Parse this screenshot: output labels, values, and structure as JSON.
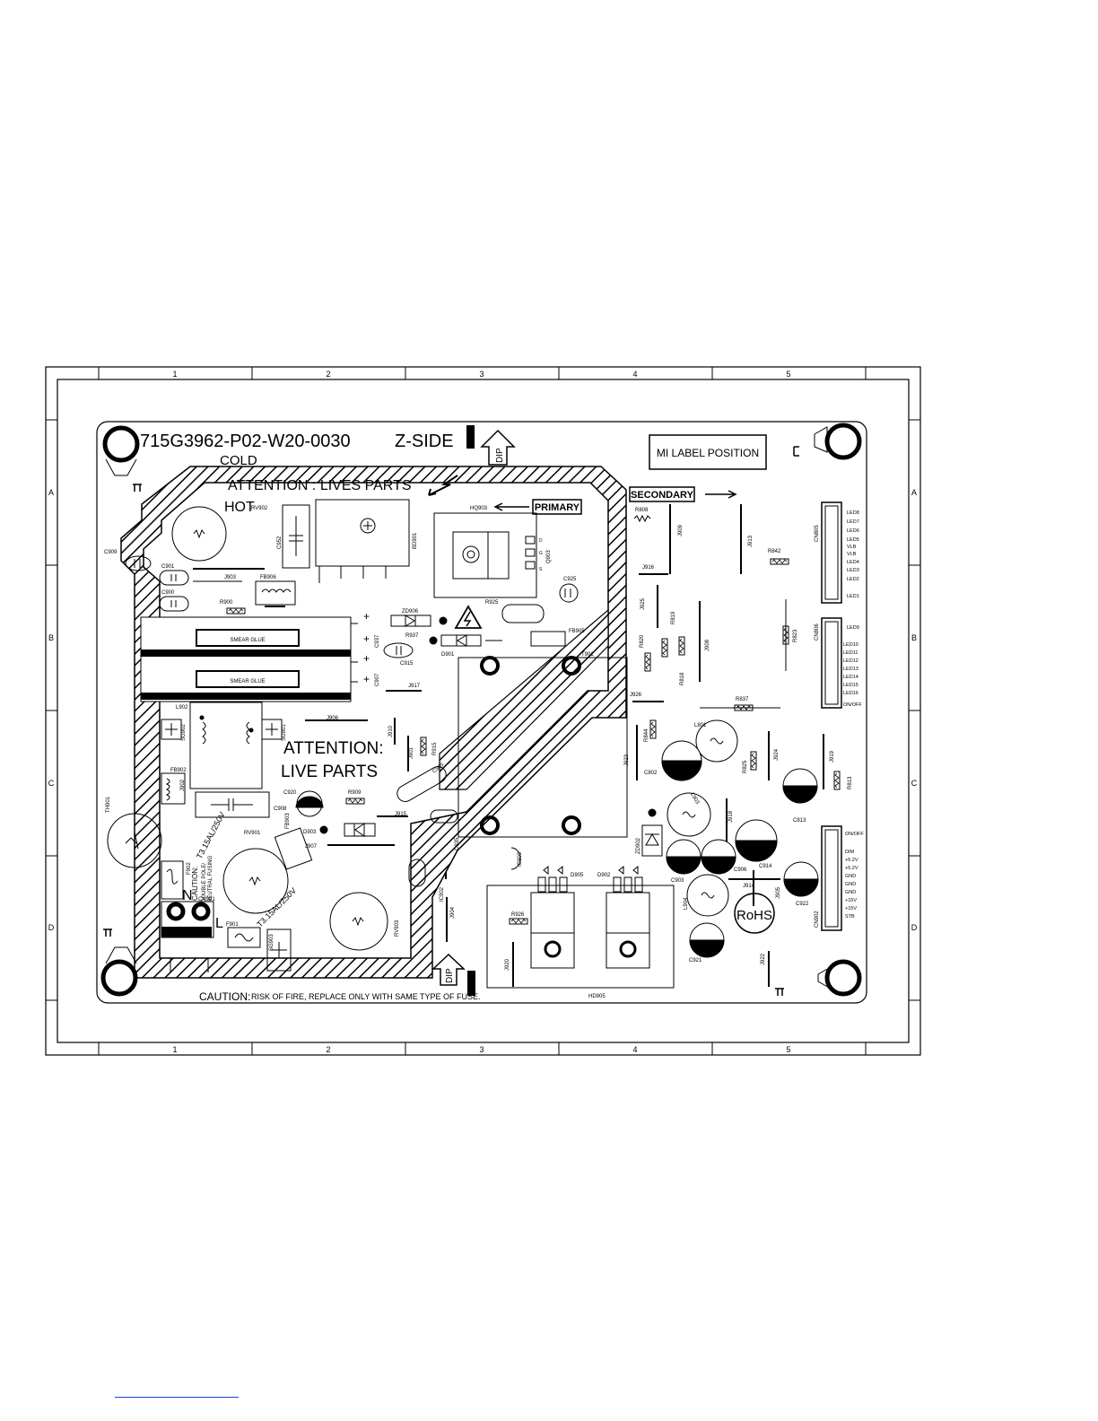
{
  "board": {
    "part_number": "715G3962-P02-W20-0030",
    "side": "Z-SIDE",
    "cold_label": "COLD",
    "hot_label": "HOT",
    "attention_top": "ATTENTION : LIVES PARTS",
    "attention_mid_1": "ATTENTION:",
    "attention_mid_2": "LIVE PARTS",
    "primary_label": "PRIMARY",
    "secondary_label": "SECONDARY",
    "mi_label": "MI LABEL POSITION",
    "dip_label": "DIP",
    "rohs_label": "RoHS",
    "smear_glue_label": "SMEAR GLUE",
    "fuse_rating": "T3.15AL/250V",
    "caution_fuse_1": "CAUTION:",
    "caution_fuse_2": "DOUBLE POLE/",
    "caution_fuse_3": "NEUTRAL FUSING",
    "caution_bottom_title": "CAUTION:",
    "caution_bottom_text": "RISK OF FIRE, REPLACE ONLY WITH SAME TYPE OF FUSE.",
    "neutral_label": "N",
    "line_label": "L"
  },
  "grid": {
    "columns": [
      "1",
      "2",
      "3",
      "4",
      "5"
    ],
    "rows": [
      "A",
      "B",
      "C",
      "D"
    ]
  },
  "components": {
    "rv902": "RV902",
    "c952": "C952",
    "bd901": "BD901",
    "hq903": "HQ903",
    "q903": "Q903",
    "c909": "C909",
    "c901": "C901",
    "c900": "C900",
    "j903": "J903",
    "fb906": "FB906",
    "c925": "C925",
    "r900": "R900",
    "zd906": "ZD906",
    "r925": "R925",
    "r937": "R937",
    "c937": "C937",
    "c915": "C915",
    "d901": "D901",
    "fb905": "FB905",
    "t901": "T901",
    "c907": "C907",
    "j917": "J917",
    "l902": "L902",
    "sg902": "SG902",
    "sg901": "SG901",
    "j906": "J906",
    "j910": "J910",
    "j901": "J901",
    "r915": "R915",
    "c905": "C905",
    "fb902": "FB902",
    "j902": "J902",
    "c920": "C920",
    "r909": "R909",
    "c908": "C908",
    "fb903": "FB903",
    "j915": "J915",
    "d903": "D903",
    "j907": "J907",
    "c935": "C935",
    "th901": "TH901",
    "rv901": "RV901",
    "f902": "F902",
    "cn901": "CN901",
    "f901": "F901",
    "sg903": "SG903",
    "rv903": "RV903",
    "ic902": "IC902",
    "j904": "J904",
    "ic903": "IC903",
    "d905": "D905",
    "d902": "D902",
    "r926": "R926",
    "j920": "J920",
    "hd905": "HD905",
    "r808": "R808",
    "j909": "J909",
    "j913": "J913",
    "r842": "R842",
    "cn805": "CN805",
    "j916": "J916",
    "j925": "J925",
    "r819": "R819",
    "r820": "R820",
    "r818": "R818",
    "j908": "J908",
    "r823": "R823",
    "cn806": "CN806",
    "j926": "J926",
    "r837": "R837",
    "r844": "R844",
    "l801": "L801",
    "j923": "J923",
    "c802": "C802",
    "r825": "R825",
    "j924": "J924",
    "j919": "J919",
    "r813": "R813",
    "c813": "C813",
    "l903": "L903",
    "zd902": "ZD902",
    "j918": "J918",
    "c903": "C903",
    "c906": "C906",
    "c914": "C914",
    "j914": "J914",
    "j905": "J905",
    "l904": "L904",
    "c921": "C921",
    "j922": "J922",
    "c922": "C922",
    "cn902": "CN902"
  },
  "pin_labels": {
    "cn805": [
      "LED8",
      "LED7",
      "LED6",
      "LED5",
      "VLB",
      "VLB",
      "LED4",
      "LED3",
      "LED2",
      "LED1"
    ],
    "cn806": [
      "LED9",
      "LED10",
      "LED11",
      "LED12",
      "LED13",
      "LED14",
      "LED15",
      "LED16",
      "ON/OFF"
    ],
    "cn902": [
      "ON/OFF",
      "DIM",
      "+5.2V",
      "+5.2V",
      "GND",
      "GND",
      "GND",
      "+15V",
      "+15V",
      "STB"
    ],
    "q903": [
      "D",
      "G",
      "S"
    ]
  },
  "colors": {
    "ink": "#000000",
    "paper": "#ffffff",
    "footer_rule": "#1a3fd6"
  }
}
